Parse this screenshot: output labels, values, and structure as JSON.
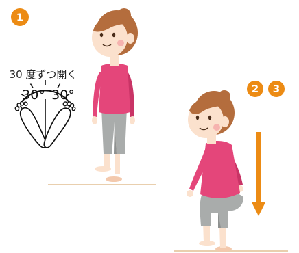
{
  "colors": {
    "badge": "#ec8b14",
    "arrow": "#ec8b14",
    "shirt": "#e4467a",
    "shirt_shade": "#c93466",
    "pants": "#a9acab",
    "pants_shade": "#8e9190",
    "skin": "#fbe1cd",
    "skin_shade": "#f3c9ad",
    "hair": "#b46d3d",
    "hair_dark": "#8d4f25",
    "cheek": "#f5a7a8",
    "floor": "#e9cfae"
  },
  "steps": {
    "first": {
      "badge": "1"
    },
    "second": {
      "badges": [
        "2",
        "3"
      ]
    }
  },
  "foot_diagram": {
    "caption": "30 度ずつ開く",
    "left_angle": "30°",
    "right_angle": "30°"
  },
  "icons": {
    "step_badge": "numbered-circle-icon",
    "direction": "down-arrow-icon",
    "feet": "foot-outline-icon"
  }
}
